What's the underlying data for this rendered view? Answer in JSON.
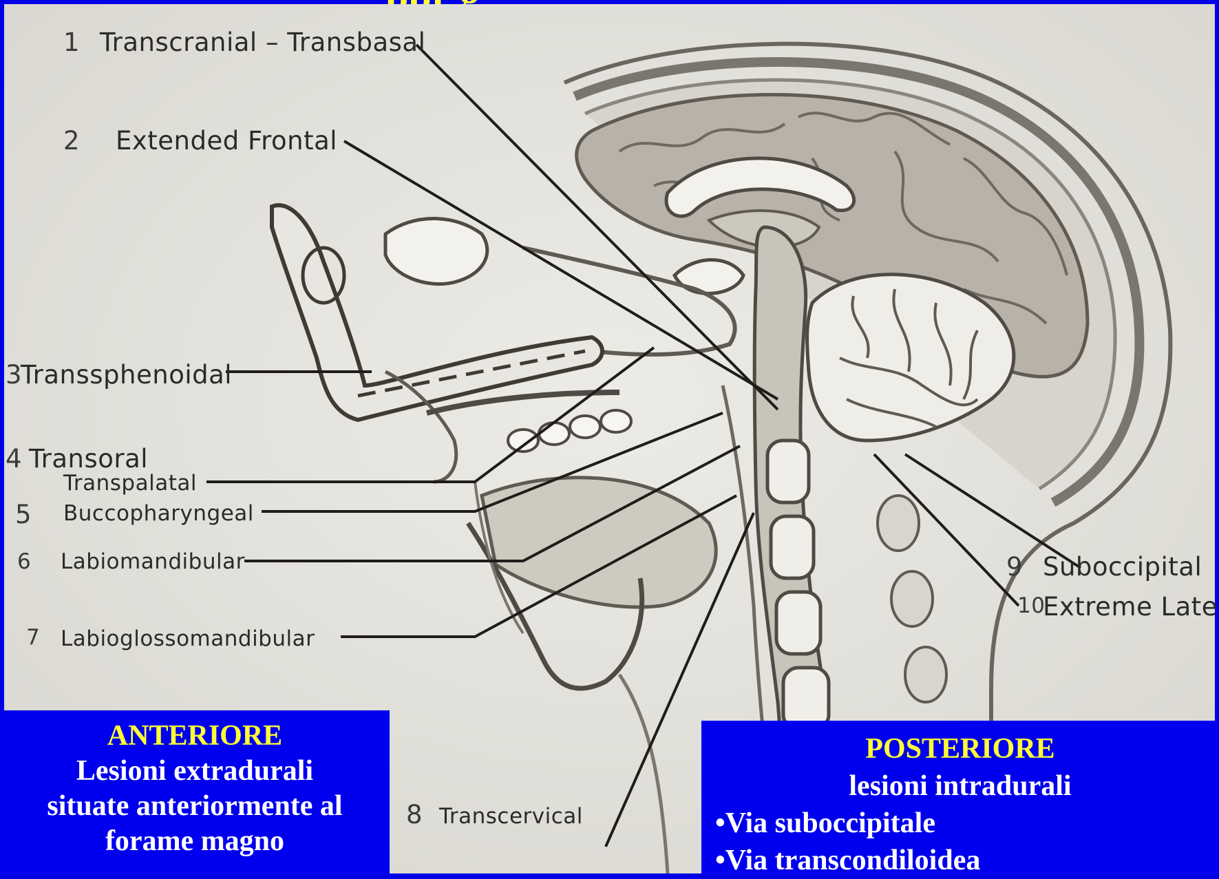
{
  "title_fragment": "ppr        g",
  "labels": {
    "l1_num": "1",
    "l1_text": "Transcranial – Transbasal",
    "l2_num": "2",
    "l2_text": "Extended Frontal",
    "l3_num": "3",
    "l3_text": "Transsphenoidal",
    "l4_num": "4",
    "l4_text": "Transoral",
    "l4b_text": "Transpalatal",
    "l5_num": "5",
    "l5_text": "Buccopharyngeal",
    "l6_num": "6",
    "l6_text": "Labiomandibular",
    "l7_num": "7",
    "l7_text": "Labioglossomandibular",
    "l8_num": "8",
    "l8_text": "Transcervical",
    "l9_num": "9",
    "l9_text": "Suboccipital",
    "l10_num": "10",
    "l10_text": "Extreme Later"
  },
  "anterior_box": {
    "heading": "ANTERIORE",
    "line1": "Lesioni extradurali",
    "line2": "situate anteriormente al",
    "line3": "forame magno"
  },
  "posterior_box": {
    "heading": "POSTERIORE",
    "line1": "lesioni intradurali",
    "bullet1": "•Via suboccipitale",
    "bullet2": "•Via transcondiloidea"
  },
  "colors": {
    "background_blue": "#0000e6",
    "heading_yellow": "#ffff33",
    "plate_gray": "#e6e3dc"
  }
}
